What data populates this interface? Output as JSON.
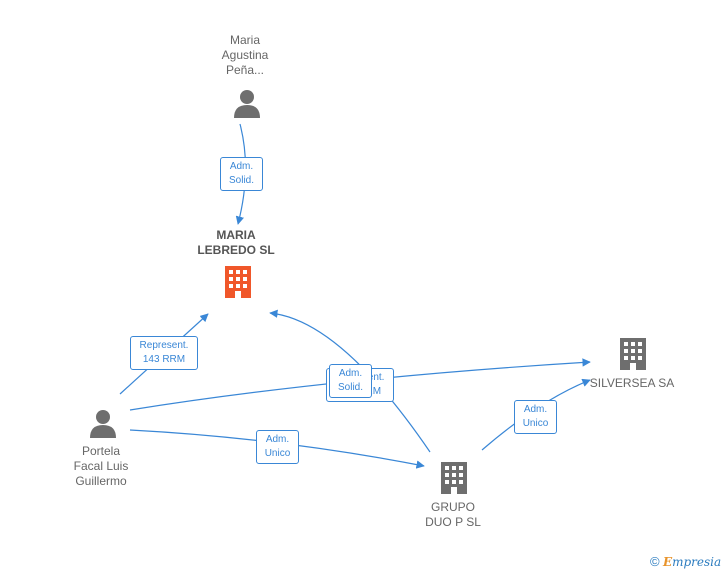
{
  "nodes": {
    "maria_agustina": {
      "lines": [
        "Maria",
        "Agustina",
        "Peña..."
      ],
      "kind": "person"
    },
    "maria_lebredo": {
      "lines": [
        "MARIA",
        "LEBREDO  SL"
      ],
      "kind": "company-highlight"
    },
    "portela": {
      "lines": [
        "Portela",
        "Facal Luis",
        "Guillermo"
      ],
      "kind": "person"
    },
    "grupo_duo": {
      "lines": [
        "GRUPO",
        "DUO P  SL"
      ],
      "kind": "company"
    },
    "silversea": {
      "lines": [
        "SILVERSEA SA"
      ],
      "kind": "company"
    }
  },
  "edges": {
    "e1": [
      "Adm.",
      "Solid."
    ],
    "e2": [
      "Represent.",
      "143 RRM"
    ],
    "e3": [
      "Adm.",
      "Solid."
    ],
    "e4": [
      "Represent.",
      "143 RRM"
    ],
    "e5": [
      "Adm.",
      "Unico"
    ],
    "e6": [
      "Adm.",
      "Unico"
    ]
  },
  "colors": {
    "edge": "#3a87d6",
    "person_icon": "#6e6e6e",
    "company_icon": "#6e6e6e",
    "company_highlight": "#f0572a"
  },
  "footer": {
    "copyright": "©",
    "brand_e": "E",
    "brand_rest": "mpresia"
  }
}
